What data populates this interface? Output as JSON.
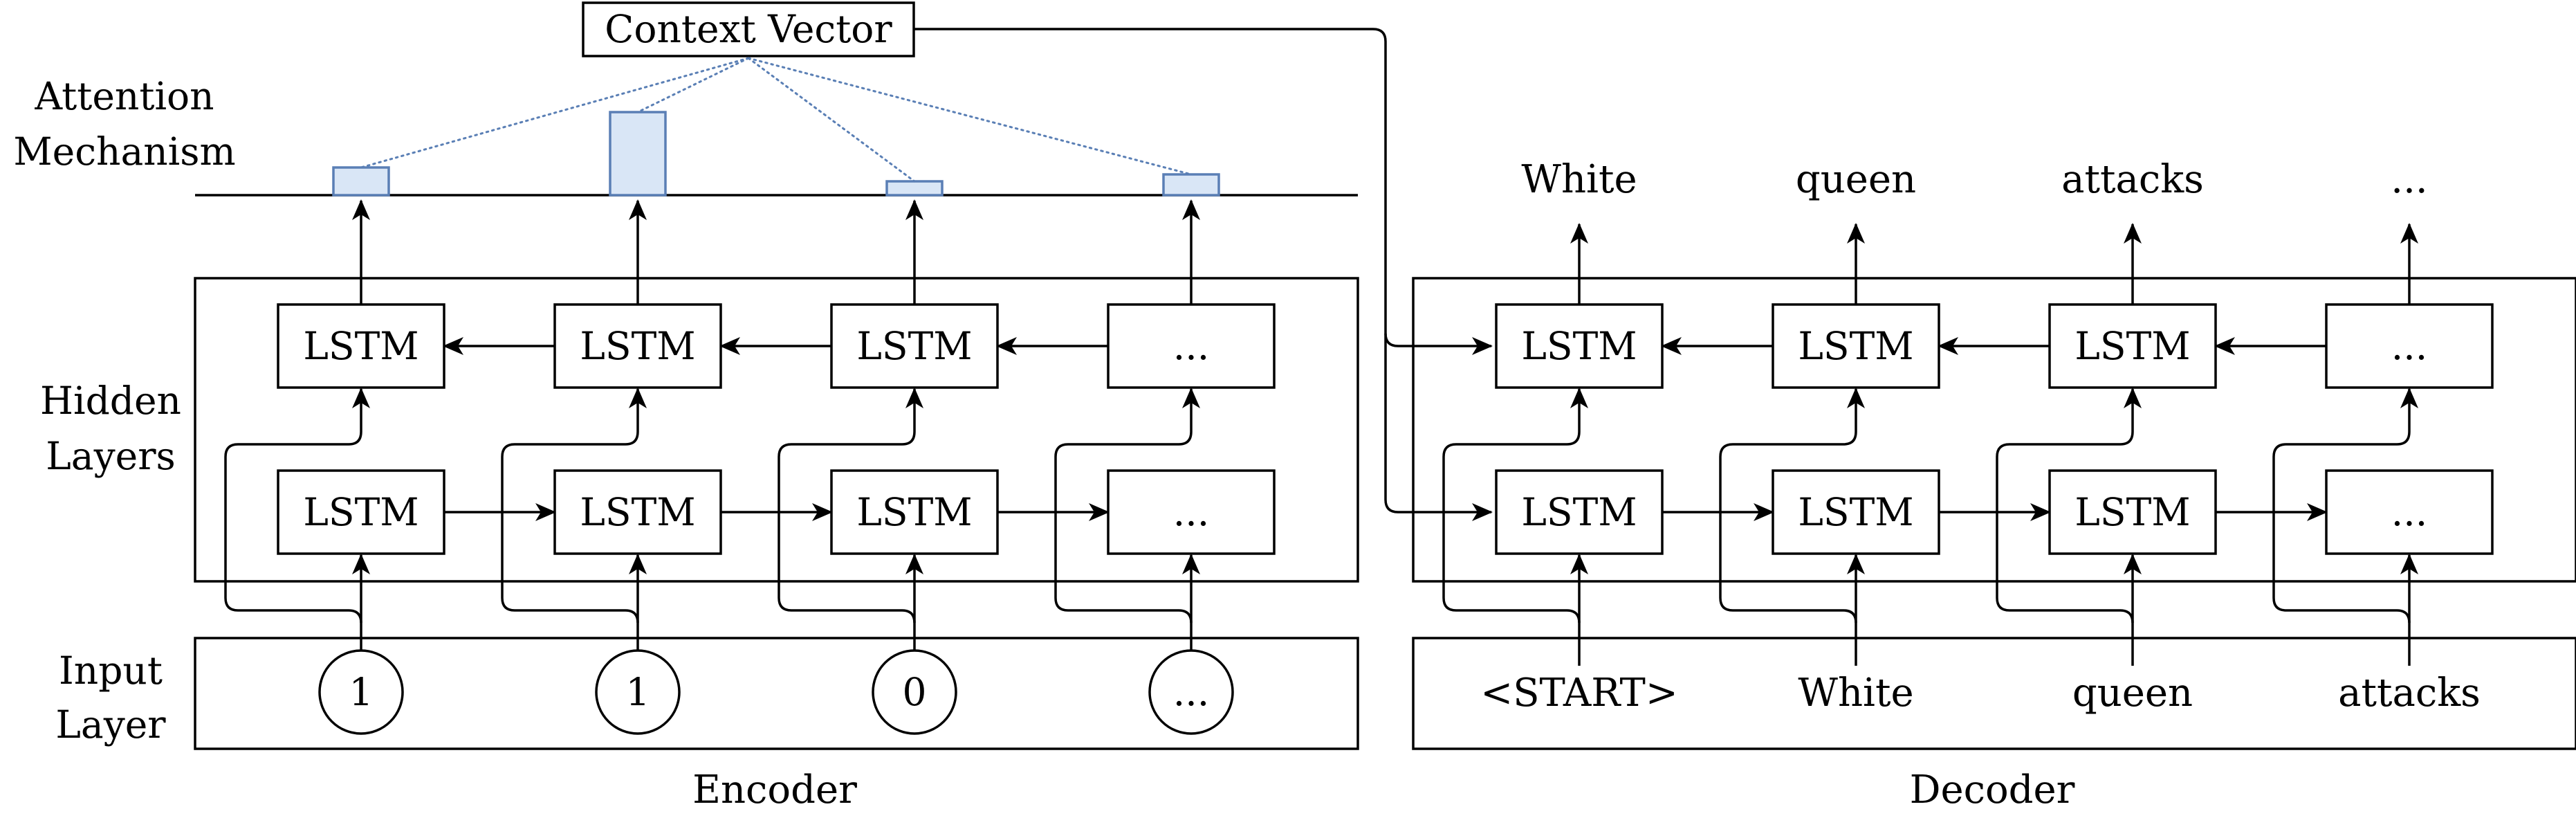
{
  "context_vector": {
    "label": "Context Vector"
  },
  "side_labels": {
    "attention": [
      "Attention",
      "Mechanism"
    ],
    "hidden": [
      "Hidden",
      "Layers"
    ],
    "input": [
      "Input",
      "Layer"
    ]
  },
  "encoder": {
    "caption": "Encoder",
    "inputs": [
      "1",
      "1",
      "0",
      "..."
    ],
    "top_lstm": [
      "LSTM",
      "LSTM",
      "LSTM",
      "..."
    ],
    "bottom_lstm": [
      "LSTM",
      "LSTM",
      "LSTM",
      "..."
    ],
    "attention_weights": [
      0.16,
      0.48,
      0.08,
      0.12
    ]
  },
  "decoder": {
    "caption": "Decoder",
    "inputs": [
      "<START>",
      "White",
      "queen",
      "attacks"
    ],
    "outputs": [
      "White",
      "queen",
      "attacks",
      "..."
    ],
    "top_lstm": [
      "LSTM",
      "LSTM",
      "LSTM",
      "..."
    ],
    "bottom_lstm": [
      "LSTM",
      "LSTM",
      "LSTM",
      "..."
    ]
  },
  "colors": {
    "bar_fill": "#d9e6f6",
    "bar_stroke": "#5a7fb5",
    "line": "#000000"
  }
}
